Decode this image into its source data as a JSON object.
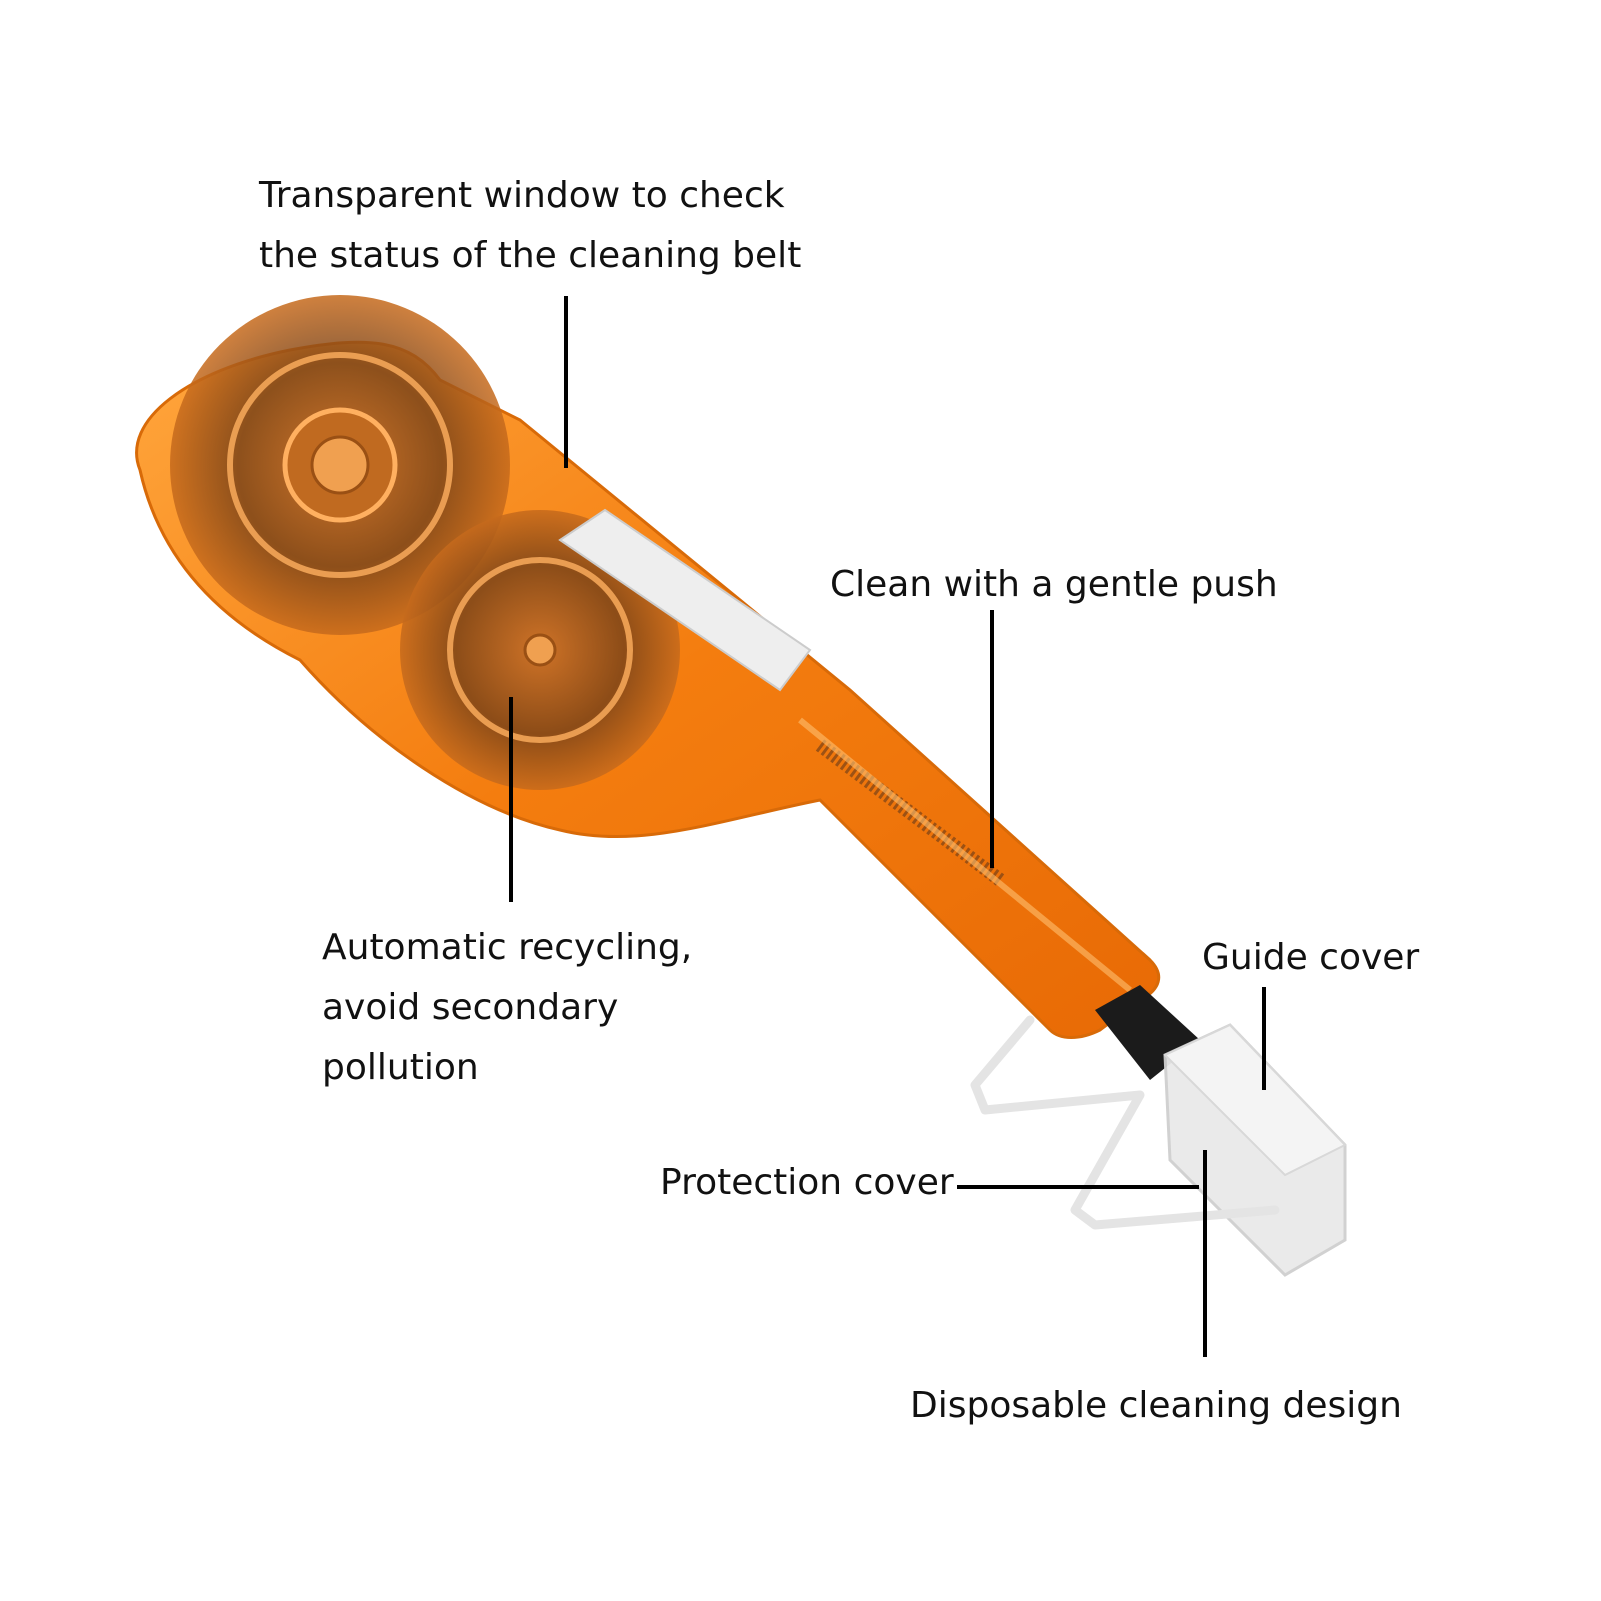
{
  "callouts": {
    "window": [
      "Transparent window to check",
      "the status of the cleaning belt"
    ],
    "push": "Clean with a gentle push",
    "guide": "Guide cover",
    "recycling": [
      "Automatic recycling,",
      "avoid secondary",
      "pollution"
    ],
    "protection": "Protection cover",
    "disposable": "Disposable cleaning design"
  },
  "colors": {
    "body_orange": "#f07d10",
    "body_highlight": "#ffae4a",
    "dark_reel": "#6b3a12",
    "cover": "#e9e9e9",
    "tip": "#1b1b1b"
  }
}
